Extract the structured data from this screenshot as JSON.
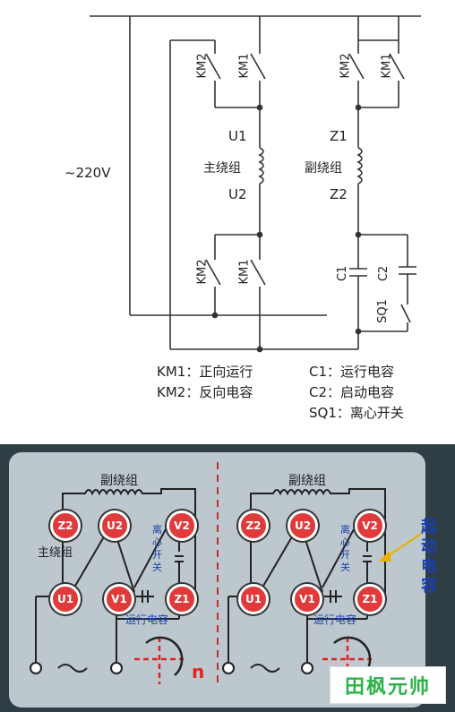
{
  "top": {
    "voltage": "~220V",
    "left": {
      "km2_top": "KM2",
      "km1_top": "KM1",
      "u1": "U1",
      "winding": "主绕组",
      "u2": "U2",
      "km2_bot": "KM2",
      "km1_bot": "KM1"
    },
    "right": {
      "km2": "KM2",
      "km1": "KM1",
      "z1": "Z1",
      "winding": "副绕组",
      "z2": "Z2",
      "c1": "C1",
      "c2": "C2",
      "sq1": "SQ1"
    },
    "legend": {
      "km1": "KM1：正向运行",
      "km2": "KM2：反向电容",
      "c1": "C1：运行电容",
      "c2": "C2：启动电容",
      "sq1": "SQ1：离心开关"
    }
  },
  "bottom": {
    "aux_winding": "副绕组",
    "main_winding": "主绕组",
    "centrifugal": "离心开关",
    "run_cap": "运行电容",
    "start_cap": "起动电容",
    "rotation": "n",
    "tilde": "~",
    "nodes": {
      "z2": "Z2",
      "u2": "U2",
      "v2": "V2",
      "u1": "U1",
      "v1": "V1",
      "z1": "Z1"
    }
  },
  "watermark": "田枫元帅",
  "colors": {
    "panel": "#2f3e45",
    "panel_inner": "#bcc8ce",
    "node": "#e03a3a",
    "label_blue": "#1a3fb3",
    "watermark": "#2fb24a"
  }
}
